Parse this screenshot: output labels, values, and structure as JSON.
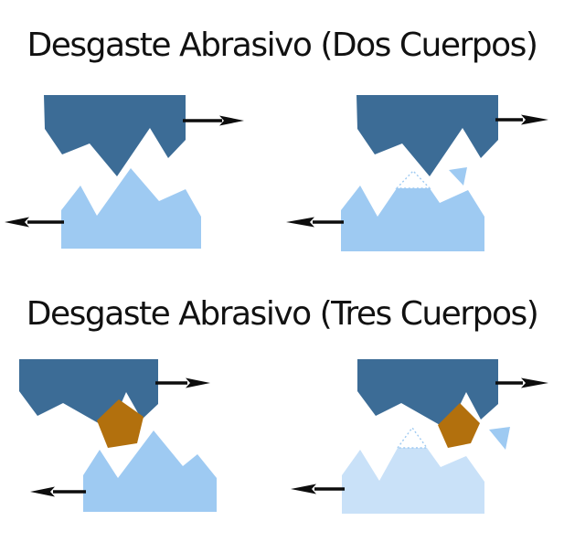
{
  "titles": {
    "two_body": "Desgaste Abrasivo (Dos Cuerpos)",
    "three_body": "Desgaste Abrasivo (Tres Cuerpos)"
  },
  "colors": {
    "background": "#ffffff",
    "title_text": "#111111",
    "upper_body": "#3c6c96",
    "lower_body": "#9ecaf2",
    "lower_body_worn": "#c9e1f8",
    "abrasive_particle": "#b2700d",
    "debris": "#9ecaf2",
    "removed_outline": "#9ecaf2",
    "arrow": "#0d0d0d"
  },
  "icons": {
    "motion_arrow_right": "solid black dart arrow pointing right",
    "motion_arrow_left": "solid black dart arrow pointing left",
    "removed_material_outline": "dotted triangle outline of sheared-off asperity peak",
    "wear_debris_fragment": "small detached triangle chip",
    "abrasive_particle": "brown pentagonal grit particle"
  }
}
